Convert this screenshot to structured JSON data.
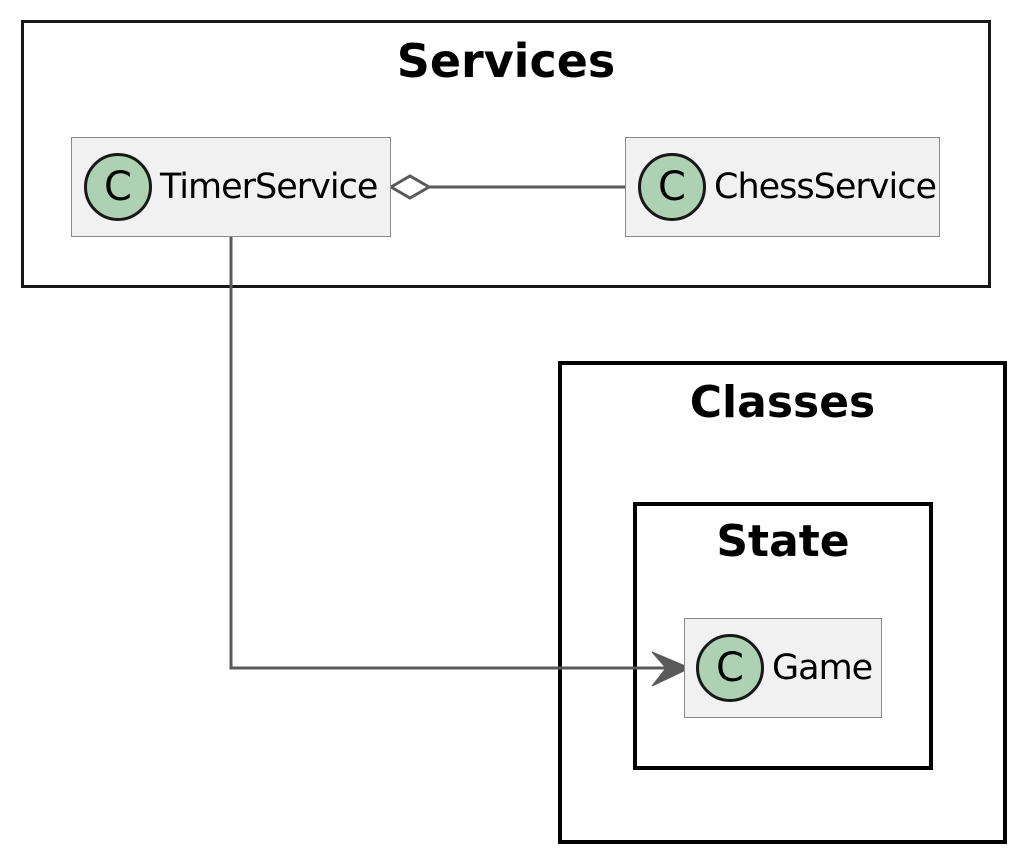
{
  "packages": {
    "services": {
      "title": "Services"
    },
    "classes": {
      "title": "Classes"
    },
    "state": {
      "title": "State"
    }
  },
  "classes": {
    "timer": {
      "icon_letter": "C",
      "name": "TimerService"
    },
    "chess": {
      "icon_letter": "C",
      "name": "ChessService"
    },
    "game": {
      "icon_letter": "C",
      "name": "Game"
    }
  },
  "colors": {
    "class_icon_fill": "#add1b2",
    "class_box_fill": "#f1f1f1",
    "connector": "#5a5a5a"
  },
  "relations": [
    {
      "from": "ChessService",
      "to": "TimerService",
      "type": "aggregation"
    },
    {
      "from": "TimerService",
      "to": "Game",
      "type": "association"
    }
  ]
}
